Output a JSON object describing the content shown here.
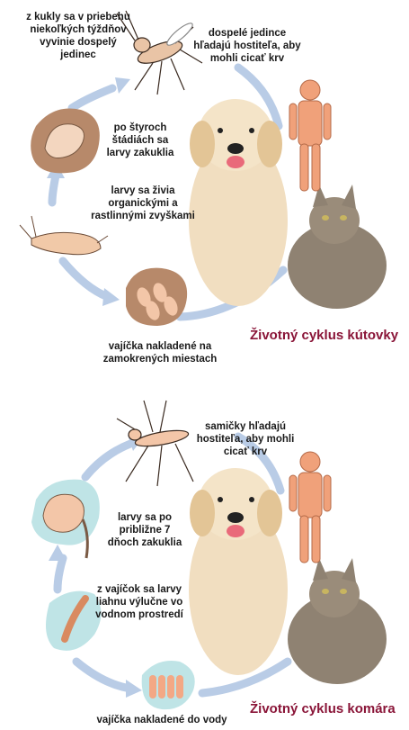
{
  "flea_cycle": {
    "title": "Životný cyklus kútovky",
    "step_adult_from_pupa": "z kukly sa v priebehu niekoľkých týždňov vyvinie dospelý jedinec",
    "step_adult_seeks_host": "dospelé jedince hľadajú hostiteľa, aby mohli cicať krv",
    "step_pupation": "po štyroch štádiách sa larvy zakuklia",
    "step_larvae_feed": "larvy sa živia organickými a rastlinnými zvyškami",
    "step_eggs": "vajíčka nakladené na zamokrených miestach"
  },
  "mosquito_cycle": {
    "title": "Životný cyklus komára",
    "step_females_seek_host": "samičky hľadajú hostiteľa, aby mohli cicať krv",
    "step_pupation": "larvy sa po približne 7 dňoch zakuklia",
    "step_larvae_hatch": "z vajíčok sa larvy liahnu výlučne vo vodnom prostredí",
    "step_eggs": "vajíčka nakladené do vody"
  },
  "colors": {
    "title": "#8a1538",
    "arrow": "#b9cce6",
    "human": "#f0a17a",
    "flea_blob": "#b7896a",
    "water_blob": "#bfe4e6",
    "insect": "#f3c6a8"
  }
}
